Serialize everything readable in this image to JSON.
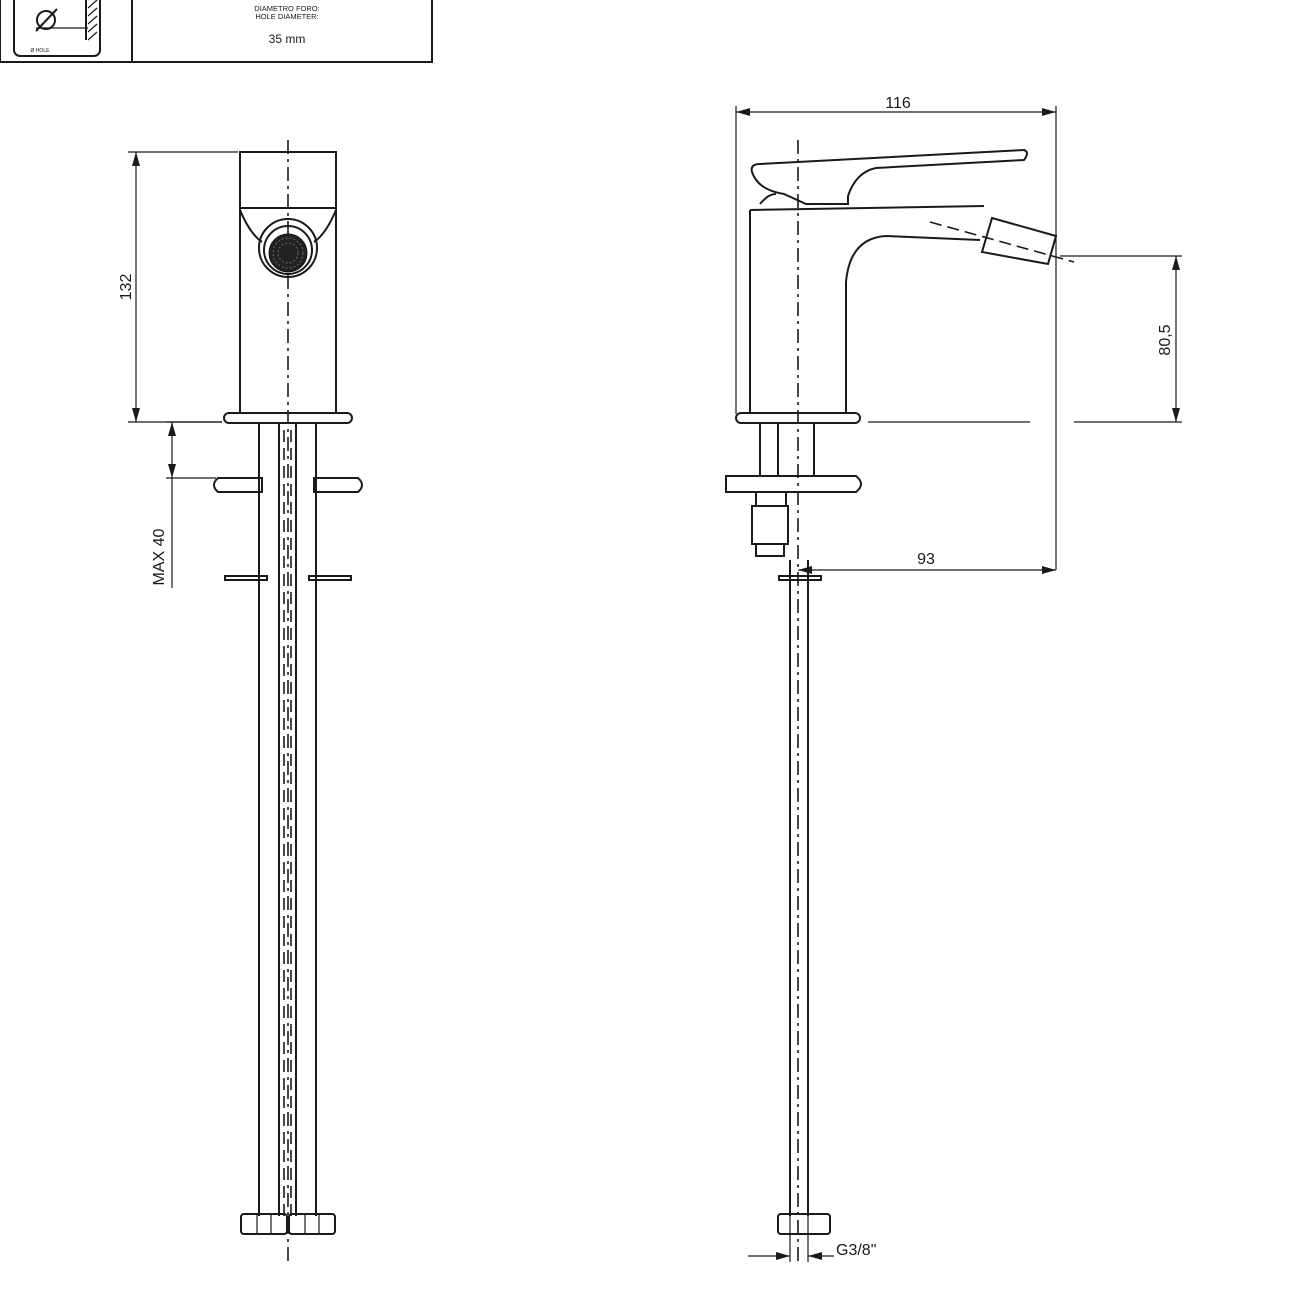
{
  "legend_box": {
    "hole_label_small": "Ø HOLE",
    "hole_label_it": "DIAMETRO FORO:",
    "hole_label_en": "HOLE DIAMETER:",
    "hole_value": "35 mm"
  },
  "front_view": {
    "height_dim": "132",
    "max_thickness_dim": "MAX 40"
  },
  "side_view": {
    "width_dim": "116",
    "spout_height_dim": "80,5",
    "reach_dim": "93",
    "thread_dim": "G3/8\""
  }
}
